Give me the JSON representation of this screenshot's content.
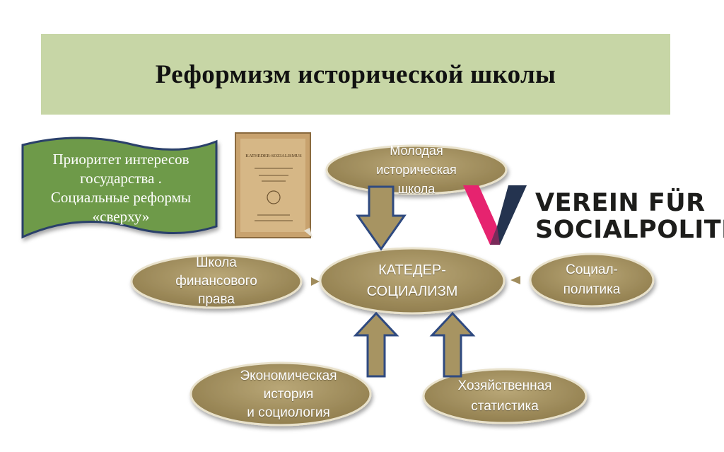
{
  "title": "Реформизм исторической школы",
  "banner": {
    "lines": [
      "Приоритет интересов",
      "государства .",
      "Социальные реформы",
      "«сверху»"
    ]
  },
  "book": {
    "cover_title": "KATHEDER-SOZIALISMUS"
  },
  "nodes": {
    "center": [
      "КАТЕДЕР-",
      "СОЦИАЛИЗМ"
    ],
    "top": [
      "Молодая",
      "историческая",
      "школа"
    ],
    "left": [
      "Школа",
      "финансового",
      "права"
    ],
    "right": [
      "Социал-",
      "политика"
    ],
    "bottom_left": [
      "Экономическая",
      "история",
      "и социология"
    ],
    "bottom_right": [
      "Хозяйственная",
      "статистика"
    ]
  },
  "logo": {
    "line1": "VEREIN FÜR",
    "line2": "SOCIALPOLITIK",
    "icon": "v-logo-icon"
  },
  "colors": {
    "title_band": "#c7d6a6",
    "banner_fill": "#6e9a48",
    "banner_border": "#2a3f6a",
    "node_fill": "#a08c5c",
    "node_border": "#e9e2cc",
    "arrow_fill": "#a79462",
    "arrow_stroke": "#2f4a80",
    "logo_magenta": "#e6236f",
    "logo_navy": "#24334f"
  }
}
